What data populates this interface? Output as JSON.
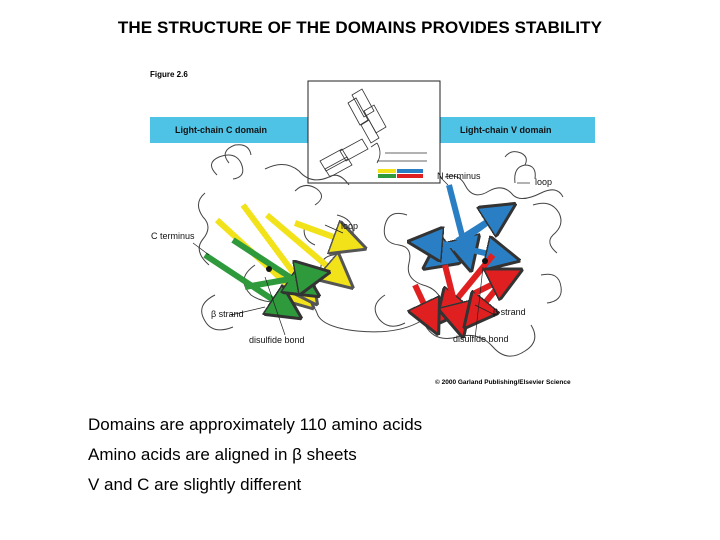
{
  "slide": {
    "title": "THE STRUCTURE OF THE DOMAINS PROVIDES STABILITY"
  },
  "figure": {
    "figure_label": "Figure 2.6",
    "header_c": "Light-chain C domain",
    "header_v": "Light-chain V domain",
    "labels": {
      "n_terminus": "N terminus",
      "c_terminus": "C terminus",
      "loop_c": "loop",
      "loop_v": "loop",
      "beta_strand_c": "β strand",
      "beta_strand_v": "β strand",
      "disulfide_c": "disulfide bond",
      "disulfide_v": "disulfide bond"
    },
    "copyright": "© 2000 Garland Publishing/Elsevier Science",
    "colors": {
      "header_band": "#4fc3e6",
      "c_strand_yellow": "#f2e21a",
      "c_strand_green": "#2e9a3c",
      "v_strand_blue": "#2a7fc4",
      "v_strand_red": "#e02020"
    }
  },
  "bullets": [
    "Domains are approximately 110 amino acids",
    "Amino acids are aligned in β sheets",
    "V and C are slightly different"
  ]
}
